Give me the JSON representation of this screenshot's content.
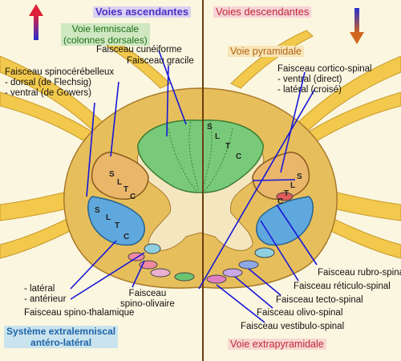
{
  "headers": {
    "ascending": "Voies ascendantes",
    "descending": "Voies descendantes"
  },
  "pathways": {
    "lemniscal": [
      "Voie lemniscale",
      "(colonnes dorsales)"
    ],
    "pyramidal": "Voie pyramidale",
    "extrapyramidal": "Voie extrapyramidale",
    "extralemniscal": [
      "Système extralemniscal",
      "antéro-latéral"
    ]
  },
  "labels": {
    "cuneiforme": "Faisceau cunéiforme",
    "gracile": "Faisceau gracile",
    "spinocerebelleux": [
      "Faisceau spinocérébelleux",
      "- dorsal (de Flechsig)",
      "- ventral (de Gowers)"
    ],
    "corticospinal": [
      "Faisceau cortico-spinal",
      "- ventral (direct)",
      "- latéral (croisé)"
    ],
    "spinothalamique_parts": [
      "- latéral",
      "- antérieur"
    ],
    "spinothalamique": "Faisceau spino-thalamique",
    "spinoolivaire": [
      "Faisceau",
      "spino-olivaire"
    ],
    "rubrospinal": "Faisceau rubro-spinal",
    "reticulospinal": "Faisceau réticulo-spinal",
    "tectospinal": "Faisceau tecto-spinal",
    "olivospinal": "Faisceau olivo-spinal",
    "vestibulospinal": "Faisceau vestibulo-spinal"
  },
  "segments": {
    "dorsal": [
      "S",
      "L",
      "T",
      "C"
    ],
    "pyramidal": [
      "S",
      "L",
      "T",
      "C"
    ],
    "spinocerebellar": [
      "S",
      "L",
      "T",
      "C"
    ],
    "spinothalamic": [
      "S",
      "L",
      "T",
      "C"
    ]
  },
  "colors": {
    "background": "#fbf6df",
    "roots": "#f2c94c",
    "white_matter": "#e6bf5c",
    "gray_matter": "#f4e7c0",
    "dorsal_columns": "#79c97a",
    "spinocerebellar": "#e9b66a",
    "spinothalamic": "#5fa8dd",
    "pointer": "#1717d9",
    "midline": "#6b3d10"
  }
}
